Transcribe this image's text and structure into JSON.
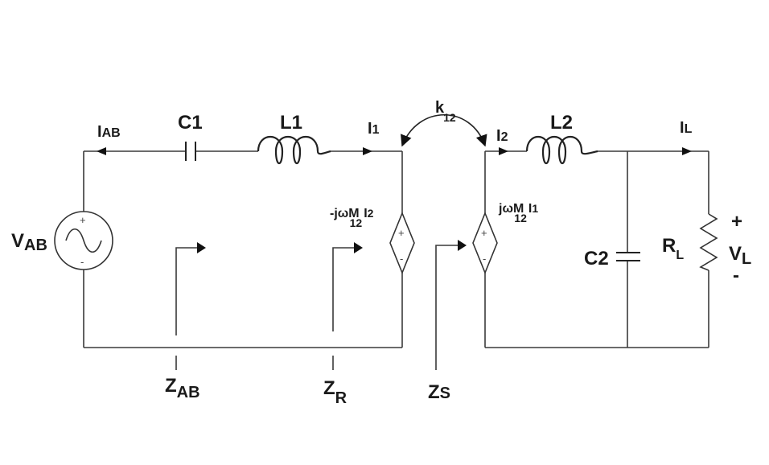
{
  "labels": {
    "v_ab": "V",
    "v_ab_sub": "AB",
    "i_ab": "I",
    "i_ab_sub": "AB",
    "c1": "C1",
    "l1": "L1",
    "i1": "I",
    "i1_sub": "1",
    "k12": "k",
    "k12_sub": "12",
    "i2": "I",
    "i2_sub": "2",
    "l2": "L2",
    "il": "I",
    "il_sub": "L",
    "dep_src_1_pre": "-jωM",
    "dep_src_1_sub": "12",
    "dep_src_1_i": "I",
    "dep_src_1_i_sub": "2",
    "dep_src_2_pre": "jωM",
    "dep_src_2_sub": "12",
    "dep_src_2_i": "I",
    "dep_src_2_i_sub": "1",
    "c2": "C2",
    "rl": "R",
    "rl_sub": "L",
    "vl_plus": "+",
    "vl": "V",
    "vl_sub": "L",
    "vl_minus": "-",
    "z_ab": "Z",
    "z_ab_sub": "AB",
    "z_r": "Z",
    "z_r_sub": "R",
    "z_s": "Z",
    "z_s_sub": "S",
    "plus": "+",
    "minus": "-"
  }
}
